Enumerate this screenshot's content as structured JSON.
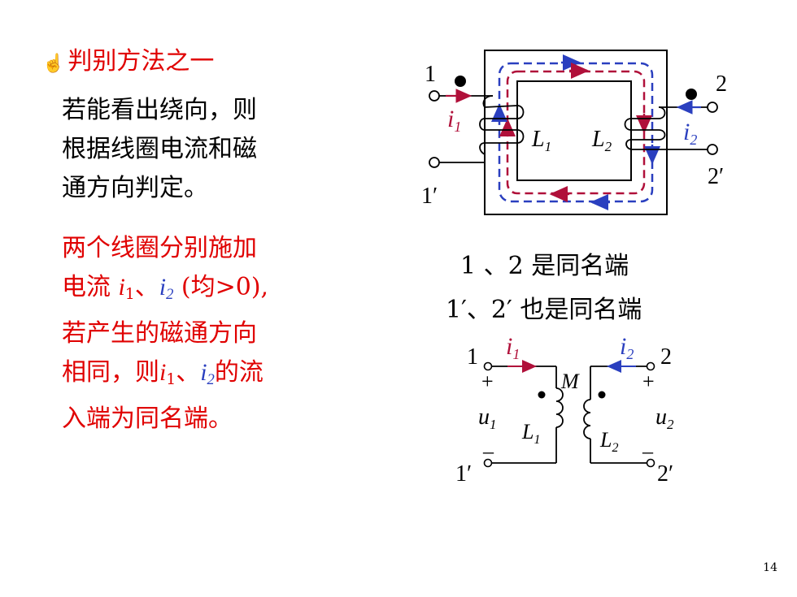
{
  "heading": {
    "bullet": "☝",
    "text": "判别方法之一"
  },
  "para1": [
    "若能看出绕向，则",
    "根据线圈电流和磁",
    "通方向判定。"
  ],
  "para2": {
    "line1": "两个线圈分别施加",
    "line2_pre": "电流 ",
    "line2_sep": "、",
    "line2_post": " (均>0),",
    "line3": "若产生的磁通方向",
    "line4_pre": "相同，则",
    "line4_sep": "、",
    "line4_post": "的流",
    "line5": "入端为同名端。"
  },
  "vars": {
    "i": "i",
    "u": "u",
    "L": "L",
    "M": "M",
    "sub1": "1",
    "sub2": "2"
  },
  "caption1": "1 、2 是同名端",
  "caption2": "1′、2′ 也是同名端",
  "terminals": {
    "t1": "1",
    "t1p": "1′",
    "t2": "2",
    "t2p": "2′",
    "plus": "+",
    "minus": "–"
  },
  "page_number": "14",
  "colors": {
    "red": "#e00000",
    "blue": "#2a3fbf",
    "darkred": "#b0103a"
  }
}
